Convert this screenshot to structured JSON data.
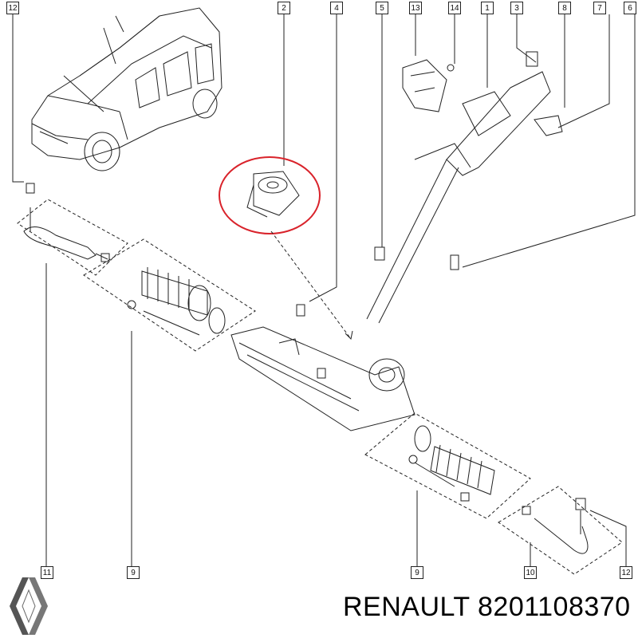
{
  "callouts": {
    "c12_top_left": "12",
    "c2": "2",
    "c4": "4",
    "c5": "5",
    "c13": "13",
    "c14": "14",
    "c1": "1",
    "c3": "3",
    "c8": "8",
    "c7": "7",
    "c6": "6",
    "c11": "11",
    "c9_left": "9",
    "c9_right": "9",
    "c10": "10",
    "c12_bottom_right": "12"
  },
  "caption": {
    "brand": "RENAULT",
    "part_number": "8201108370"
  },
  "highlight_color": "#d9232b",
  "line_color": "#222222",
  "logo": "renault-diamond-logo"
}
